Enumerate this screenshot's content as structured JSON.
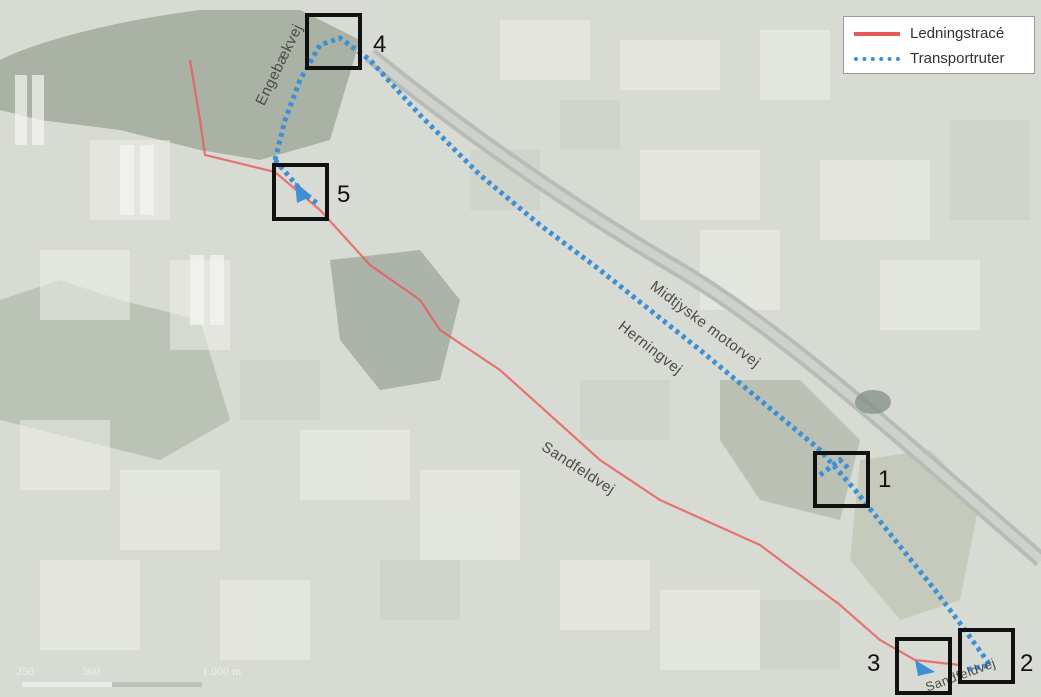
{
  "legend": {
    "items": [
      {
        "label": "Ledningstracé",
        "style": "solid",
        "color": "#e8595b"
      },
      {
        "label": "Transportruter",
        "style": "dotted",
        "color": "#3d8fd6"
      }
    ]
  },
  "roads": {
    "engebaekvej": "Engebækvej",
    "midtjyske": "Midtjyske motorvej",
    "herningvej": "Herningvej",
    "sandfeldvej": "Sandfeldvej",
    "sandfeldvej_short": "Sandfeldvej"
  },
  "markers": [
    {
      "id": "1",
      "label": "1"
    },
    {
      "id": "2",
      "label": "2"
    },
    {
      "id": "3",
      "label": "3"
    },
    {
      "id": "4",
      "label": "4"
    },
    {
      "id": "5",
      "label": "5"
    }
  ],
  "scale": {
    "labels": [
      "250",
      "500",
      "1.000 m"
    ]
  },
  "colors": {
    "cable_route": "#e8595b",
    "transport_route": "#3d8fd6",
    "marker_frame": "#111111"
  }
}
